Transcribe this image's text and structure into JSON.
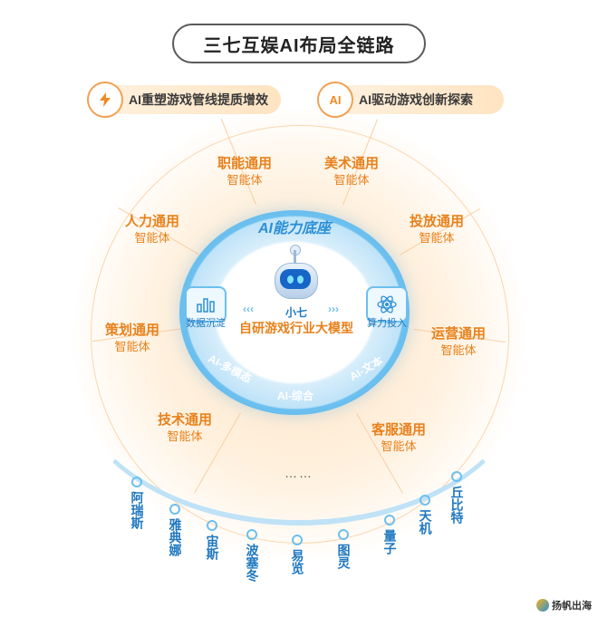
{
  "title": "三七互娱AI布局全链路",
  "pills": {
    "left": {
      "icon": "lightning-icon",
      "label": "AI重塑游戏管线提质增效"
    },
    "right": {
      "icon_text": "AI",
      "label": "AI驱动游戏创新探索"
    }
  },
  "agents": [
    {
      "name": "职能通用",
      "suffix": "智能体"
    },
    {
      "name": "美术通用",
      "suffix": "智能体"
    },
    {
      "name": "人力通用",
      "suffix": "智能体"
    },
    {
      "name": "投放通用",
      "suffix": "智能体"
    },
    {
      "name": "策划通用",
      "suffix": "智能体"
    },
    {
      "name": "运营通用",
      "suffix": "智能体"
    },
    {
      "name": "技术通用",
      "suffix": "智能体"
    },
    {
      "name": "客服通用",
      "suffix": "智能体"
    }
  ],
  "core": {
    "ring_title": "AI能力底座",
    "left_box": {
      "icon": "bar-chart-icon",
      "label": "数据沉淀"
    },
    "right_box": {
      "icon": "atom-icon",
      "label": "算力投入"
    },
    "mascot_name": "小七",
    "model_name": "自研游戏行业大模型",
    "ring_labels": {
      "left": "AI-多模态",
      "bottom": "AI-综合",
      "right": "AI-文本"
    }
  },
  "ellipsis": "……",
  "products": [
    {
      "name": "阿瑞斯",
      "icon": "ares-icon"
    },
    {
      "name": "雅典娜",
      "icon": "athena-icon"
    },
    {
      "name": "宙斯",
      "icon": "zeus-icon"
    },
    {
      "name": "波塞冬",
      "icon": "poseidon-icon"
    },
    {
      "name": "易览",
      "icon": "yilan-icon"
    },
    {
      "name": "图灵",
      "icon": "turing-icon"
    },
    {
      "name": "量子",
      "icon": "quantum-icon"
    },
    {
      "name": "天机",
      "icon": "tianji-icon"
    },
    {
      "name": "丘比特",
      "icon": "cupid-icon"
    }
  ],
  "logo": {
    "name": "扬帆出海"
  },
  "colors": {
    "orange": "#e8811c",
    "blue": "#2b8fd6",
    "light_blue": "#6cc0ef"
  }
}
